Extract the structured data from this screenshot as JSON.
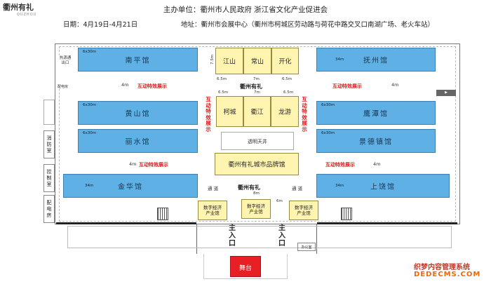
{
  "header": {
    "logo_text": "衢州有礼",
    "logo_sub": "QUZHOU",
    "organizers": "主办单位：衢州市人民政府  浙江省文化产业促进会",
    "date": "日期：4月19日-4月21日",
    "address": "地址：衢州市会展中心（衢州市柯城区劳动路与荷花中路交叉口南湖广场、老火车站）"
  },
  "halls": {
    "nanping": {
      "name": "南平馆",
      "size": "6x30m"
    },
    "fuzhou": {
      "name": "抚州馆",
      "size": "34m"
    },
    "huangshan": {
      "name": "黄山馆",
      "size": "6x30m"
    },
    "lishui": {
      "name": "丽水馆",
      "size": "6x30m"
    },
    "yingtan": {
      "name": "鹰潭馆",
      "size": "6x30m"
    },
    "jingdezhen": {
      "name": "景德镇馆",
      "size": "6x30m"
    },
    "jinhua": {
      "name": "金华馆",
      "size": "34m"
    },
    "shangrao": {
      "name": "上饶馆",
      "size": "34m"
    }
  },
  "yellow": {
    "jiangshan": "江山",
    "changshan": "常山",
    "kaihua": "开化",
    "kecheng": "柯城",
    "qujiang": "衢江",
    "longyou": "龙游",
    "brand": "衢州有礼城市品牌馆",
    "digital": "数字经济产业馆"
  },
  "labels": {
    "fire_exit": "热源通出口",
    "power_room": "配电房",
    "quzhou_youli": "衢州有礼",
    "interactive": "互动特效展示",
    "interactive_v": [
      "互",
      "动",
      "特",
      "效",
      "展",
      "示"
    ],
    "atrium": "透明天井",
    "aisle": "通  道",
    "fire_room": [
      "消",
      "防",
      "室"
    ],
    "control_room": [
      "控",
      "制",
      "室"
    ],
    "dist_room": [
      "配",
      "电",
      "房"
    ],
    "entrance": [
      "主",
      "入",
      "口"
    ],
    "office": "办公室",
    "stage": "舞台",
    "dim_4m": "4m",
    "dim_75m": "7.5m",
    "dim_7m": "7m",
    "dim_65m": "6.5m",
    "dim_6m": "6m",
    "dim_8m": "8m",
    "wm1": "织梦内容管理系统",
    "wm2": "DEDECMS.COM"
  }
}
